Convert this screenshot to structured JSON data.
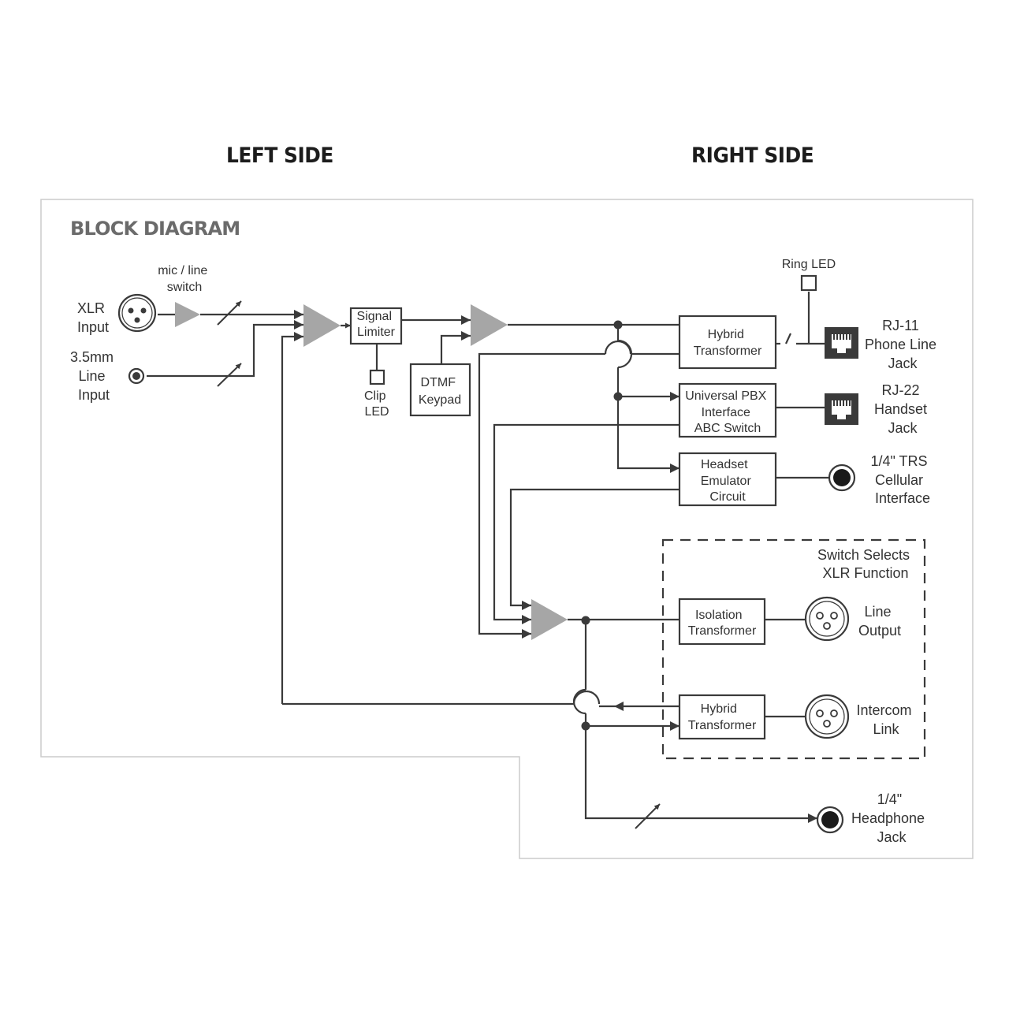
{
  "headers": {
    "left": "LEFT SIDE",
    "right": "RIGHT SIDE"
  },
  "panel_title": "BLOCK DIAGRAM",
  "labels": {
    "mic_line_switch": [
      "mic / line",
      "switch"
    ],
    "xlr_input": [
      "XLR",
      "Input"
    ],
    "line_input": [
      "3.5mm",
      "Line",
      "Input"
    ],
    "signal_limiter": [
      "Signal",
      "Limiter"
    ],
    "clip_led": [
      "Clip",
      "LED"
    ],
    "dtmf_keypad": [
      "DTMF",
      "Keypad"
    ],
    "ring_led": "Ring LED",
    "hybrid_transformer_top": [
      "Hybrid",
      "Transformer"
    ],
    "rj11": [
      "RJ-11",
      "Phone Line",
      "Jack"
    ],
    "pbx": [
      "Universal PBX",
      "Interface",
      "ABC Switch"
    ],
    "rj22": [
      "RJ-22",
      "Handset",
      "Jack"
    ],
    "headset_emulator": [
      "Headset",
      "Emulator",
      "Circuit"
    ],
    "trs": [
      "1/4\" TRS",
      "Cellular",
      "Interface"
    ],
    "switch_selects": [
      "Switch Selects",
      "XLR Function"
    ],
    "isolation_transformer": [
      "Isolation",
      "Transformer"
    ],
    "line_output": [
      "Line",
      "Output"
    ],
    "hybrid_transformer_bottom": [
      "Hybrid",
      "Transformer"
    ],
    "intercom": [
      "Intercom",
      "Link"
    ],
    "headphone": [
      "1/4\"",
      "Headphone",
      "Jack"
    ]
  },
  "colors": {
    "line": "#3a3a3a",
    "amp": "#a6a6a6",
    "panel_border": "#cccccc",
    "title": "#6b6b6b"
  }
}
